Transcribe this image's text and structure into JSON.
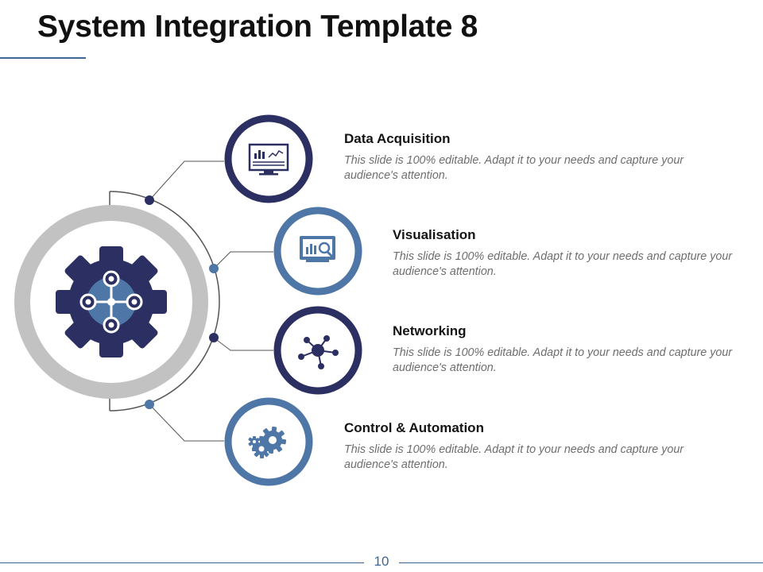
{
  "slide": {
    "title": "System Integration Template 8",
    "page_number": "10"
  },
  "colors": {
    "navy": "#2b2f61",
    "steel_blue": "#4e76a6",
    "gray_ring": "#c2c2c2",
    "connector": "#555555",
    "accent_rule": "#3d6796"
  },
  "hub": {
    "icon": "gear-network-icon"
  },
  "items": [
    {
      "heading": "Data Acquisition",
      "description": "This slide is 100% editable. Adapt it to your needs and capture your audience's attention.",
      "icon": "monitor-chart-icon",
      "ring_color": "#2b2f61"
    },
    {
      "heading": "Visualisation",
      "description": "This slide is 100% editable. Adapt it to your needs and capture your audience's attention.",
      "icon": "dashboard-magnifier-icon",
      "ring_color": "#4e76a6"
    },
    {
      "heading": "Networking",
      "description": "This slide is 100% editable. Adapt it to your needs and capture your audience's attention.",
      "icon": "network-nodes-icon",
      "ring_color": "#2b2f61"
    },
    {
      "heading": "Control & Automation",
      "description": "This slide is 100% editable. Adapt it to your needs and capture your audience's attention.",
      "icon": "gears-wrench-icon",
      "ring_color": "#4e76a6"
    }
  ]
}
